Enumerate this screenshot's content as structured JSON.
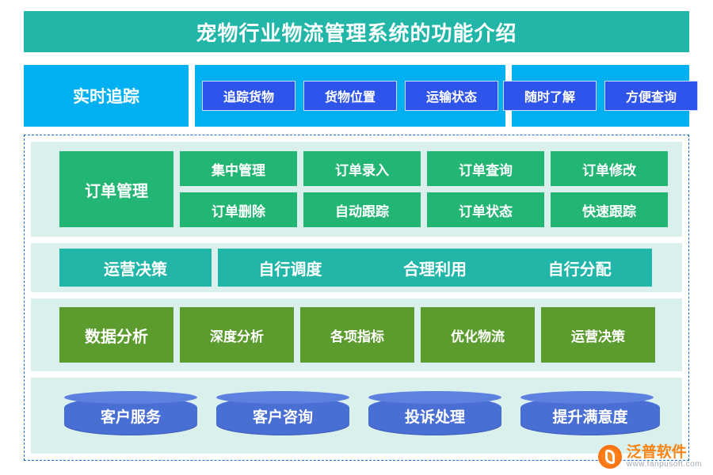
{
  "title": "宠物行业物流管理系统的功能介绍",
  "tracking": {
    "label": "实时追踪",
    "chips_mid": [
      "追踪货物",
      "货物位置",
      "运输状态"
    ],
    "chips_right": [
      "随时了解",
      "方便查询"
    ]
  },
  "order": {
    "label": "订单管理",
    "items": [
      "集中管理",
      "订单录入",
      "订单查询",
      "订单修改",
      "订单删除",
      "自动跟踪",
      "订单状态",
      "快速跟踪"
    ]
  },
  "operation": {
    "label": "运营决策",
    "items": [
      "自行调度",
      "合理利用",
      "自行分配"
    ]
  },
  "analysis": {
    "label": "数据分析",
    "items": [
      "深度分析",
      "各项指标",
      "优化物流",
      "运营决策"
    ]
  },
  "service": {
    "items": [
      "客户服务",
      "客户咨询",
      "投诉处理",
      "提升满意度"
    ]
  },
  "watermark": {
    "name": "泛普软件",
    "domain": "www.fanpusoft.com"
  },
  "colors": {
    "title_bg": "#21b6a8",
    "blue_band": "#00b0f0",
    "chip_blue": "#2f54eb",
    "green": "#22b573",
    "teal": "#21b6a8",
    "olive": "#5c9c2f",
    "cylinder": "#4a6fd4",
    "panel_bg": "#d9f0ec",
    "dashed_border": "#1b6fd8"
  }
}
